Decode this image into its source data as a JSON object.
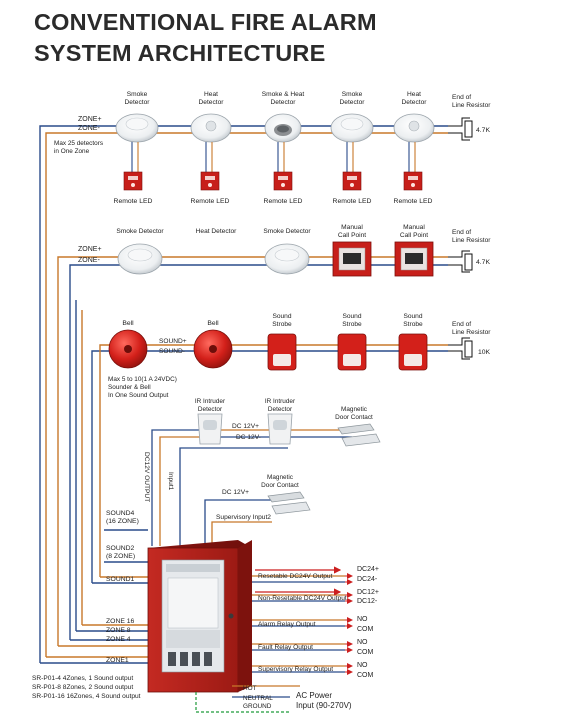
{
  "title": {
    "line1": "CONVENTIONAL FIRE ALARM",
    "line2": "SYSTEM ARCHITECTURE"
  },
  "zone1": {
    "zone_plus": "ZONE+",
    "zone_minus": "ZONE-",
    "max_note_1": "Max 25 detectors",
    "max_note_2": "in One Zone",
    "device_labels": [
      [
        "Smoke",
        "Detector"
      ],
      [
        "Heat",
        "Detector"
      ],
      [
        "Smoke & Heat",
        "Detector"
      ],
      [
        "Smoke",
        "Detector"
      ],
      [
        "Heat",
        "Detector"
      ]
    ],
    "remote_led": "Remote LED",
    "eol_1": "End of",
    "eol_2": "Line Resistor",
    "resistor": "4.7K"
  },
  "zone2": {
    "zone_plus": "ZONE+",
    "zone_minus": "ZONE-",
    "device_labels": [
      [
        "Smoke Detector"
      ],
      [
        "Heat Detector"
      ],
      [
        "Smoke Detector"
      ],
      [
        "Manual",
        "Call Point"
      ],
      [
        "Manual",
        "Call Point"
      ]
    ],
    "eol_1": "End of",
    "eol_2": "Line Resistor",
    "resistor": "4.7K"
  },
  "sound": {
    "bell_1": "Bell",
    "bell_2": "Bell",
    "strobes": [
      [
        "Sound",
        "Strobe"
      ],
      [
        "Sound",
        "Strobe"
      ],
      [
        "Sound",
        "Strobe"
      ]
    ],
    "sound_plus": "SOUND+",
    "sound_minus": "SOUND-",
    "eol_1": "End of",
    "eol_2": "Line Resistor",
    "resistor": "10K",
    "note_1": "Max 5 to 10(1 A 24VDC)",
    "note_2": "Sounder & Bell",
    "note_3": "In One Sound Output"
  },
  "intruder": {
    "ir_1": [
      "IR Intruder",
      "Detector"
    ],
    "ir_2": [
      "IR Intruder",
      "Detector"
    ],
    "magnetic": [
      "Magnetic",
      "Door Contact"
    ],
    "dc_plus": "DC 12V+",
    "dc_minus": "DC 12V-",
    "dc_vertical": "DC12V OUTPUT",
    "input1": "Input1"
  },
  "supervisory": {
    "magnetic": [
      "Magnetic",
      "Door Contact"
    ],
    "dc_plus": "DC 12V+",
    "input2": "Supervisory Input2"
  },
  "panel_left": {
    "sound4_1": "SOUND4",
    "sound4_2": "(16 ZONE)",
    "sound2_1": "SOUND2",
    "sound2_2": "(8 ZONE)",
    "sound1": "SOUND1",
    "zone16": "ZONE 16",
    "zone8": "ZONE 8",
    "zone4": "ZONE 4",
    "zone1": "ZONE1"
  },
  "models": [
    "SR-P01-4 4Zones, 1 Sound output",
    "SR-P01-8 8Zones, 2 Sound output",
    "SR-P01-16 16Zones, 4 Sound output"
  ],
  "outputs": [
    {
      "label": "Resetable DC24V Output",
      "term_1": "DC24+",
      "term_2": "DC24-"
    },
    {
      "label": "Non-Resetable DC24V Output",
      "term_1": "DC12+",
      "term_2": "DC12-"
    },
    {
      "label": "Alarm Relay Output",
      "term_1": "NO",
      "term_2": "COM"
    },
    {
      "label": "Fault Relay Output",
      "term_1": "NO",
      "term_2": "COM"
    },
    {
      "label": "Supervisory Relay Output",
      "term_1": "NO",
      "term_2": "COM"
    }
  ],
  "power": {
    "hot": "HOT",
    "neutral": "NEUTRAL",
    "ground": "GROUND",
    "ac_1": "AC Power",
    "ac_2": "Input (90-270V)"
  },
  "colors": {
    "wire_orange": "#c8782a",
    "wire_blue": "#2a4c8a",
    "wire_green": "#1f9a3a",
    "panel_red": "#b5221b",
    "arrow_red": "#cc1f1f",
    "title_text": "#2b2b2b"
  }
}
